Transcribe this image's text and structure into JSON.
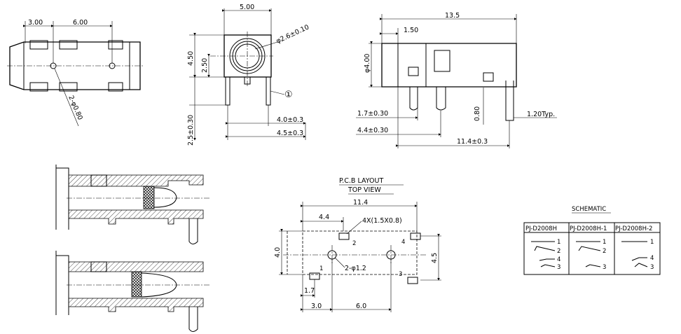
{
  "front_view": {
    "dim_left": "3.00",
    "dim_right": "6.00",
    "hole_callout": "2-φ0.80"
  },
  "top_view": {
    "dim_width": "5.00",
    "dim_height": "4.50",
    "dim_center": "2.50",
    "dim_pin": "2.5±0.30",
    "hole_callout": "φ2.6±0.10",
    "pin_label": "①",
    "pitch_1": "4.0±0.3",
    "pitch_2": "4.5±0.3"
  },
  "side_view": {
    "dim_length": "13.5",
    "dim_front": "1.50",
    "dim_diameter": "φ4.00",
    "dim_pin1": "1.7±0.30",
    "dim_pin2": "4.4±0.30",
    "dim_total": "11.4±0.3",
    "dim_pin_h": "0.80",
    "dim_pin_w": "1.20Typ."
  },
  "pcb_layout": {
    "title": "P.C.B  LAYOUT",
    "subtitle": "TOP  VIEW",
    "dim_width": "11.4",
    "dim_44": "4.4",
    "pad_callout": "4X(1.5X0.8)",
    "hole_callout": "2-φ1.2",
    "dim_height": "4.0",
    "dim_right": "4.5",
    "dim_17": "1.7",
    "dim_30": "3.0",
    "dim_60": "6.0",
    "pad_labels": [
      "1",
      "2",
      "3",
      "4"
    ]
  },
  "schematic": {
    "title": "SCHEMATIC",
    "columns": [
      "PJ-D2008H",
      "PJ-D2008H-1",
      "PJ-D2008H-2"
    ],
    "col1_pins": [
      "1",
      "2",
      "4",
      "3"
    ],
    "col2_pins": [
      "1",
      "2",
      "3"
    ],
    "col3_pins": [
      "1",
      "4",
      "3"
    ]
  }
}
